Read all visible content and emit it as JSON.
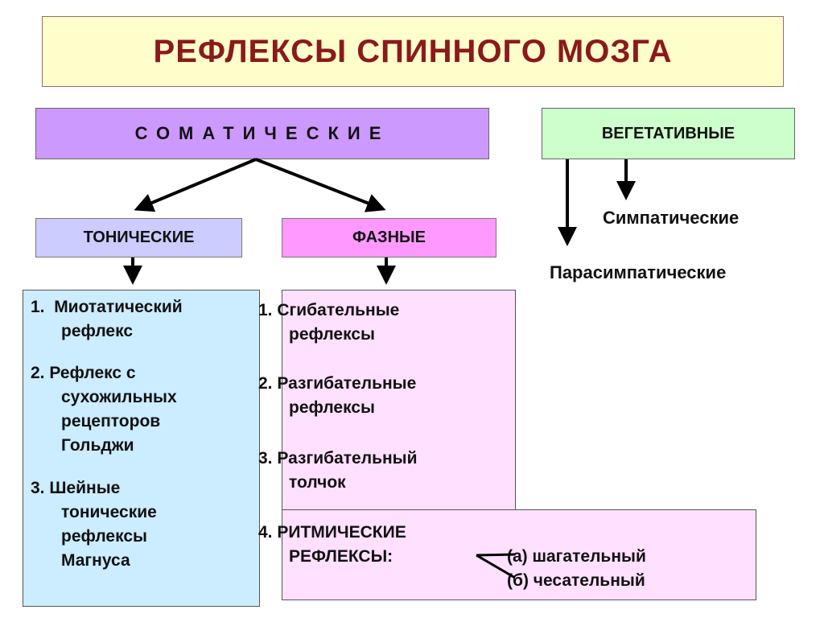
{
  "title": "РЕФЛЕКСЫ СПИННОГО МОЗГА",
  "somatic": "СОМАТИЧЕСКИЕ",
  "vegetative": {
    "label": "ВЕГЕТАТИВНЫЕ",
    "sympathetic": "Симпатические",
    "parasympathetic": "Парасимпатические"
  },
  "tonic": {
    "label": "ТОНИЧЕСКИЕ",
    "items": [
      {
        "num": "1.",
        "lines": [
          "Миотатический",
          "рефлекс"
        ]
      },
      {
        "num": "2.",
        "lines": [
          "Рефлекс с",
          "сухожильных",
          "рецепторов",
          "Гольджи"
        ]
      },
      {
        "num": "3.",
        "lines": [
          "Шейные",
          "тонические",
          "рефлексы",
          "Магнуса"
        ]
      }
    ]
  },
  "phasic": {
    "label": "ФАЗНЫЕ",
    "items": [
      {
        "num": "1.",
        "lines": [
          "Сгибательные",
          "рефлексы"
        ]
      },
      {
        "num": "2.",
        "lines": [
          "Разгибательные",
          "рефлексы"
        ]
      },
      {
        "num": "3.",
        "lines": [
          "Разгибательный",
          "толчок"
        ]
      }
    ],
    "rhythmic": {
      "num": "4.",
      "lines": [
        "РИТМИЧЕСКИЕ",
        "РЕФЛЕКСЫ:"
      ],
      "subitems": [
        "(а) шагательный",
        "(б) чесательный"
      ]
    }
  }
}
